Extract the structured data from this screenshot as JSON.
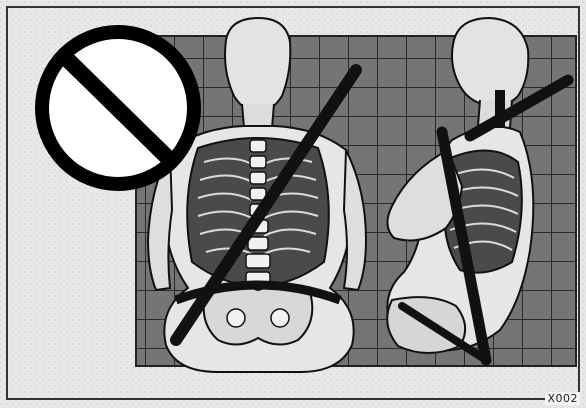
{
  "figure": {
    "code": "X002",
    "colors": {
      "background": "#e9e9e9",
      "grid_dark": "#6f6f6f",
      "grid_line": "#2e2e2e",
      "body_light": "#e6e6e6",
      "ink": "#111111"
    },
    "icons": [
      "prohibition-icon",
      "front-view-skeleton",
      "side-view-skeleton",
      "seat-belt-strap"
    ]
  }
}
